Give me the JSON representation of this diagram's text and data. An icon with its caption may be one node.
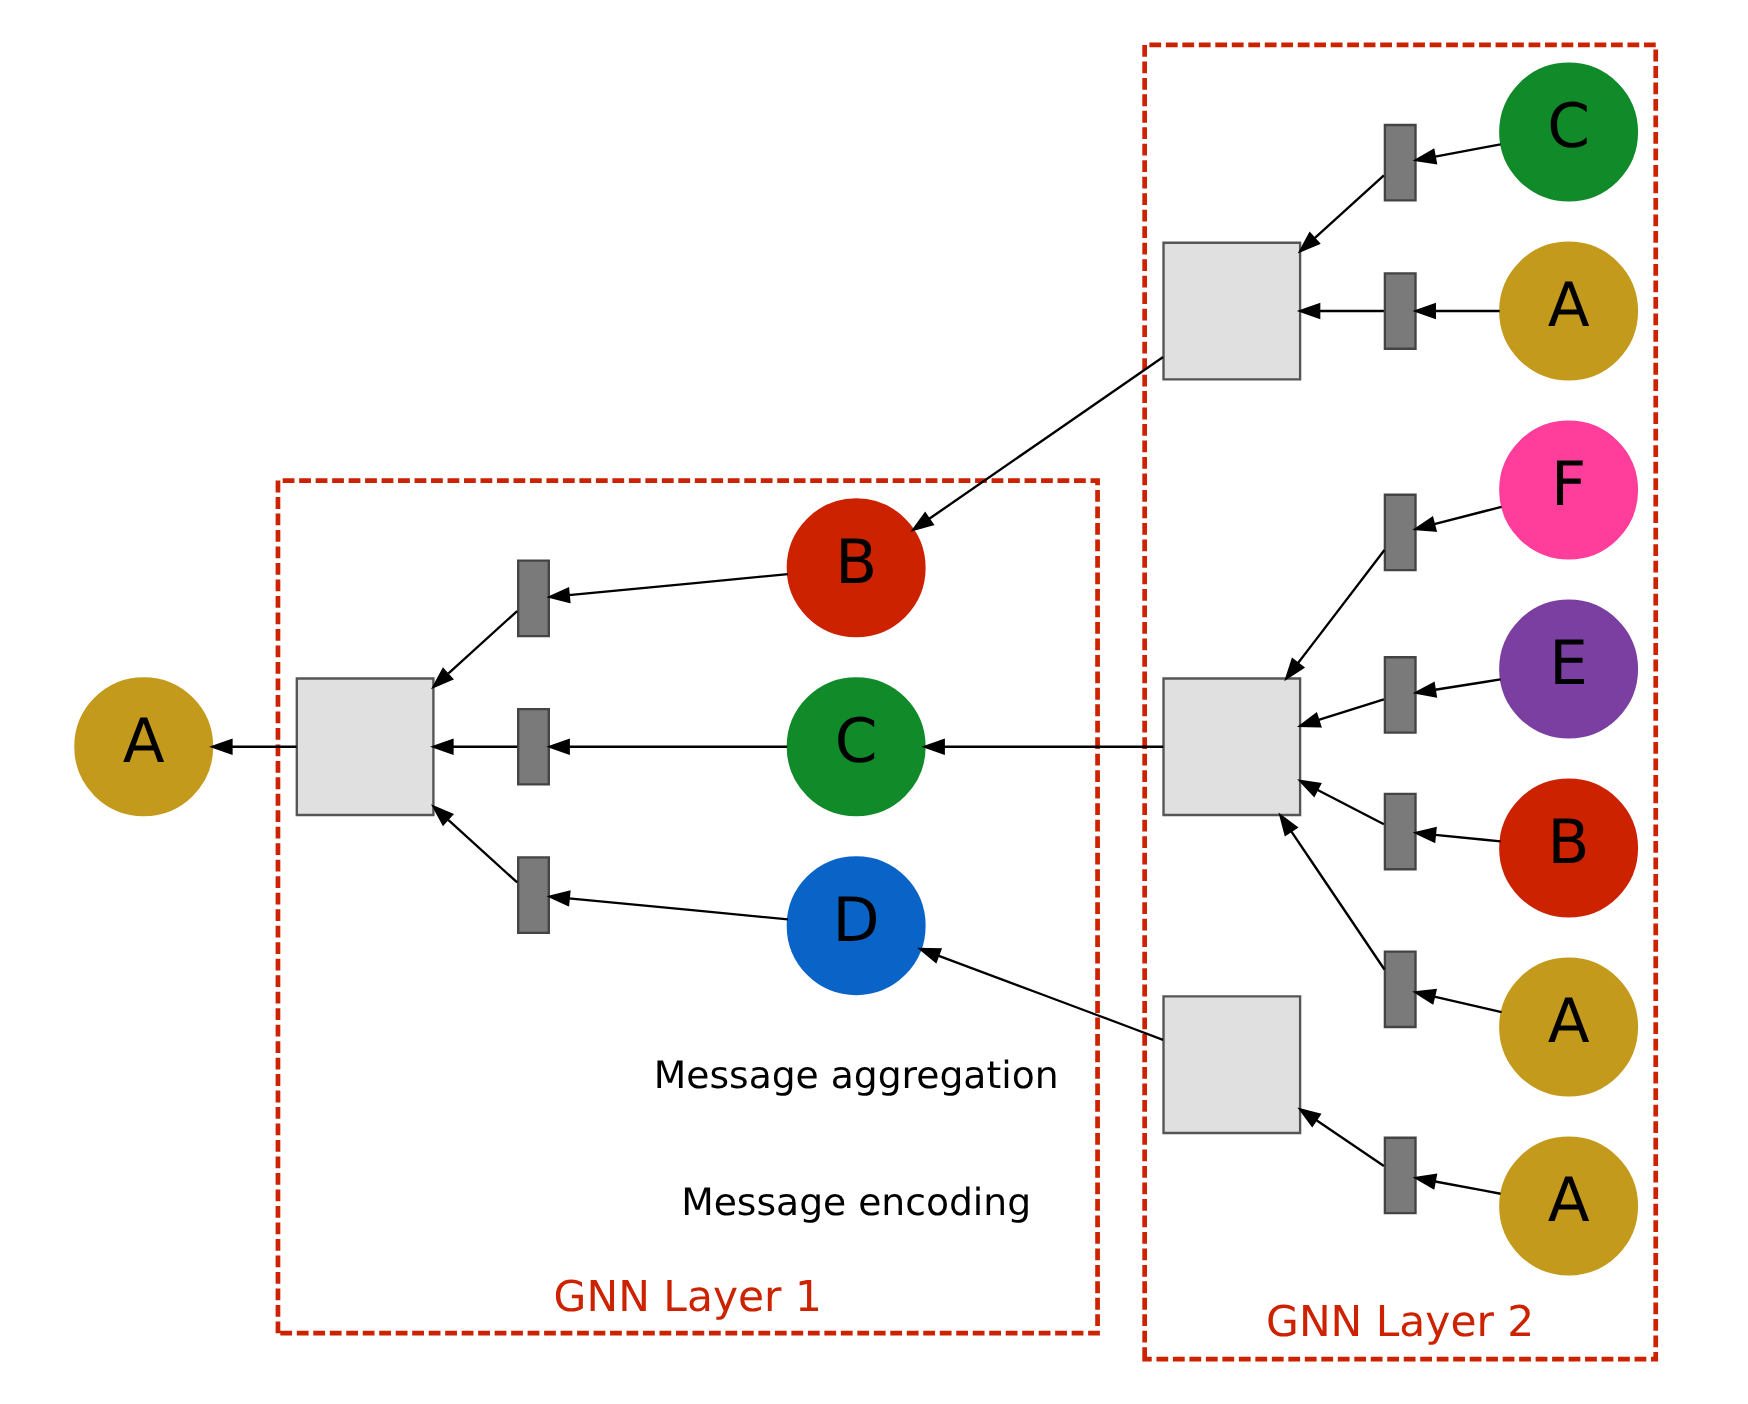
{
  "diagram": {
    "nodes": [
      {
        "text": [
          "GNN Layer 1"
        ]
      },
      {
        "text": [
          "GNN Layer 2"
        ]
      },
      {
        "text": [
          "A"
        ]
      },
      {
        "text": [],
        "shape": "box",
        "in": 0
      },
      {
        "text": [],
        "shape": "bar",
        "in": 0
      },
      {
        "text": [],
        "shape": "bar",
        "in": 0
      },
      {
        "text": [],
        "shape": "bar",
        "in": 0
      },
      {
        "text": [
          "B"
        ],
        "in": 0
      },
      {
        "text": [
          "C"
        ],
        "in": 0
      },
      {
        "text": [
          "D"
        ],
        "in": 0
      },
      {
        "text": [],
        "shape": "box",
        "in": 1
      },
      {
        "text": [],
        "shape": "box",
        "in": 1
      },
      {
        "text": [],
        "shape": "box",
        "in": 1
      },
      {
        "text": [],
        "shape": "bar",
        "in": 1
      },
      {
        "text": [],
        "shape": "bar",
        "in": 1
      },
      {
        "text": [],
        "shape": "bar",
        "in": 1
      },
      {
        "text": [],
        "shape": "bar",
        "in": 1
      },
      {
        "text": [],
        "shape": "bar",
        "in": 1
      },
      {
        "text": [],
        "shape": "bar",
        "in": 1
      },
      {
        "text": [],
        "shape": "bar",
        "in": 1
      },
      {
        "text": [
          "C"
        ],
        "in": 1
      },
      {
        "text": [
          "A"
        ],
        "in": 1
      },
      {
        "text": [
          "F"
        ],
        "in": 1
      },
      {
        "text": [
          "E"
        ],
        "in": 1
      },
      {
        "text": [
          "B"
        ],
        "in": 1
      },
      {
        "text": [
          "A"
        ],
        "in": 1
      },
      {
        "text": [
          "A"
        ],
        "in": 1
      }
    ],
    "edges": [
      {
        "from": 3,
        "to": 2,
        "arrow": "to"
      },
      {
        "from": 4,
        "to": 3,
        "arrow": "to"
      },
      {
        "from": 5,
        "to": 3,
        "arrow": "to"
      },
      {
        "from": 6,
        "to": 3,
        "arrow": "to"
      },
      {
        "from": 7,
        "to": 4,
        "arrow": "to"
      },
      {
        "from": 8,
        "to": 5,
        "arrow": "to"
      },
      {
        "from": 9,
        "to": 6,
        "arrow": "to"
      },
      {
        "from": 10,
        "to": 7,
        "arrow": "to"
      },
      {
        "from": 11,
        "to": 8,
        "arrow": "to"
      },
      {
        "from": 12,
        "to": 9,
        "arrow": "to"
      },
      {
        "from": 13,
        "to": 10,
        "arrow": "to"
      },
      {
        "from": 14,
        "to": 10,
        "arrow": "to"
      },
      {
        "from": 15,
        "to": 11,
        "arrow": "to"
      },
      {
        "from": 16,
        "to": 11,
        "arrow": "to"
      },
      {
        "from": 17,
        "to": 11,
        "arrow": "to"
      },
      {
        "from": 18,
        "to": 11,
        "arrow": "to"
      },
      {
        "from": 19,
        "to": 12,
        "arrow": "to"
      },
      {
        "from": 20,
        "to": 13,
        "arrow": "to"
      },
      {
        "from": 21,
        "to": 14,
        "arrow": "to"
      },
      {
        "from": 22,
        "to": 15,
        "arrow": "to"
      },
      {
        "from": 23,
        "to": 16,
        "arrow": "to"
      },
      {
        "from": 24,
        "to": 17,
        "arrow": "to"
      },
      {
        "from": 25,
        "to": 18,
        "arrow": "to"
      },
      {
        "from": 26,
        "to": 19,
        "arrow": "to"
      }
    ],
    "labels": [
      "Message aggregation",
      "Message encoding"
    ]
  }
}
